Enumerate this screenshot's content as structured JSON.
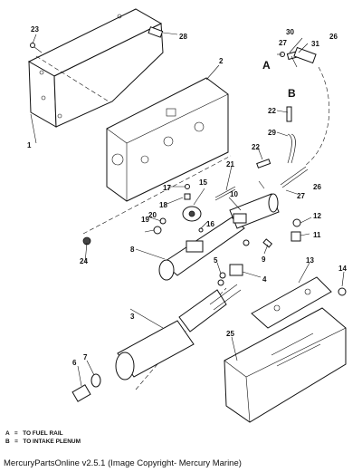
{
  "callouts": [
    "1",
    "2",
    "3",
    "4",
    "5",
    "6",
    "7",
    "8",
    "9",
    "10",
    "11",
    "12",
    "13",
    "14",
    "15",
    "16",
    "17",
    "18",
    "19",
    "20",
    "21",
    "22",
    "22",
    "23",
    "24",
    "25",
    "26",
    "26",
    "27",
    "27",
    "28",
    "29",
    "30",
    "31"
  ],
  "section_labels": [
    "A",
    "B"
  ],
  "legend": [
    {
      "letter": "A",
      "sep": "=",
      "text": "TO FUEL RAIL"
    },
    {
      "letter": "B",
      "sep": "=",
      "text": "TO INTAKE PLENUM"
    }
  ],
  "footer": "MercuryPartsOnline v2.5.1 (Image Copyright- Mercury Marine)"
}
